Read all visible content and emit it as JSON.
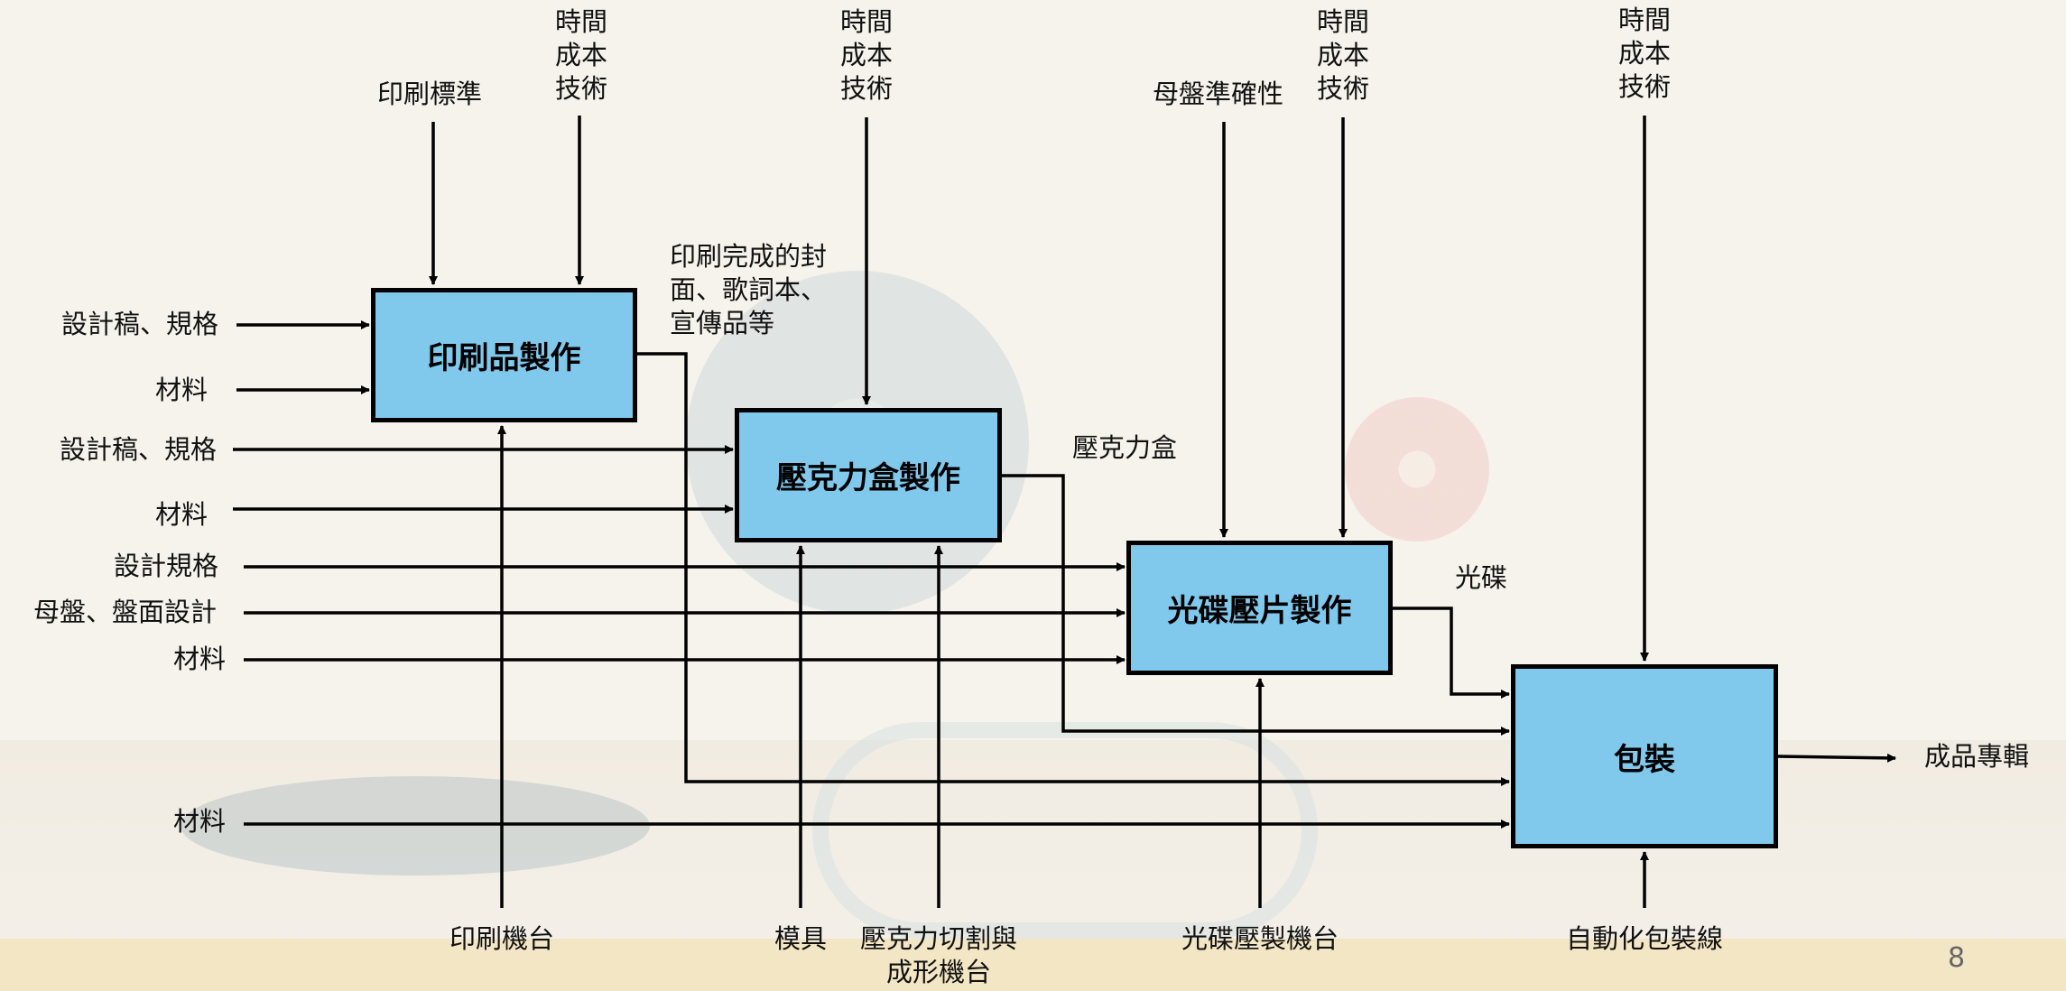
{
  "boxes": {
    "printing": "印刷品製作",
    "acrylic": "壓克力盒製作",
    "disc": "光碟壓片製作",
    "packaging": "包裝"
  },
  "controls": {
    "printing_standard": "印刷標準",
    "tcr": [
      "時間",
      "成本",
      "技術"
    ],
    "master_accuracy": "母盤準確性"
  },
  "inputs": {
    "design_spec": "設計稿、規格",
    "material": "材料",
    "design_spec2": "設計規格",
    "master_label": "母盤、盤面設計"
  },
  "flows": {
    "printed_output": [
      "印刷完成的封",
      "面、歌詞本、",
      "宣傳品等"
    ],
    "acrylic_box": "壓克力盒",
    "disc": "光碟",
    "final_output": "成品專輯"
  },
  "mechanisms": {
    "printing_machine": "印刷機台",
    "mold": "模具",
    "acrylic_cutting": [
      "壓克力切割與",
      "成形機台"
    ],
    "disc_press": "光碟壓製機台",
    "auto_packaging": "自動化包裝線"
  },
  "page_number": "8",
  "colors": {
    "box_fill": "#80c9ec",
    "line": "#000000"
  }
}
